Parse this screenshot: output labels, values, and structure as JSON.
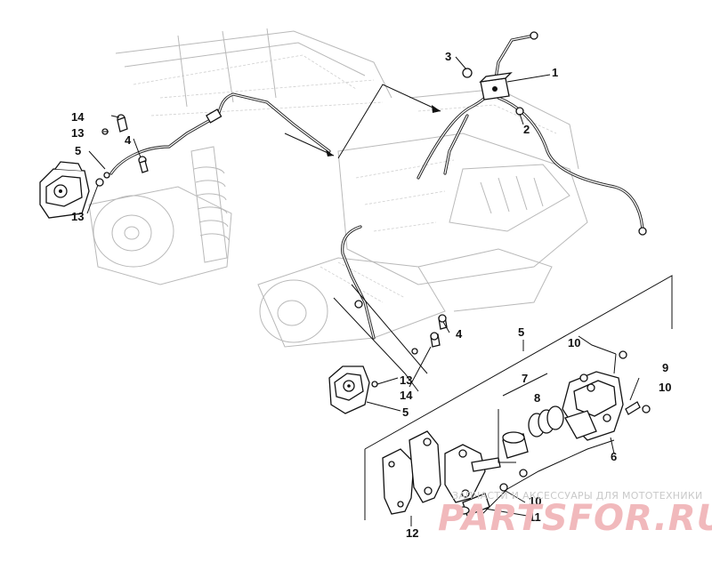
{
  "callouts": {
    "c1": "1",
    "c2": "2",
    "c3": "3",
    "c4_top": "4",
    "c4_mid": "4",
    "c5_left": "5",
    "c5_mid": "5",
    "c5_group": "5",
    "c6": "6",
    "c7": "7",
    "c8": "8",
    "c9": "9",
    "c10_a": "10",
    "c10_b": "10",
    "c10_c": "10",
    "c11": "11",
    "c12": "12",
    "c13_top": "13",
    "c13_left": "13",
    "c13_mid": "13",
    "c14_top": "14",
    "c14_mid": "14"
  },
  "watermark": {
    "tagline": "ЗАПЧАСТИ И АКСЕССУАРЫ ДЛЯ МОТОТЕХНИКИ",
    "brand": "PARTSFOR.RU"
  }
}
